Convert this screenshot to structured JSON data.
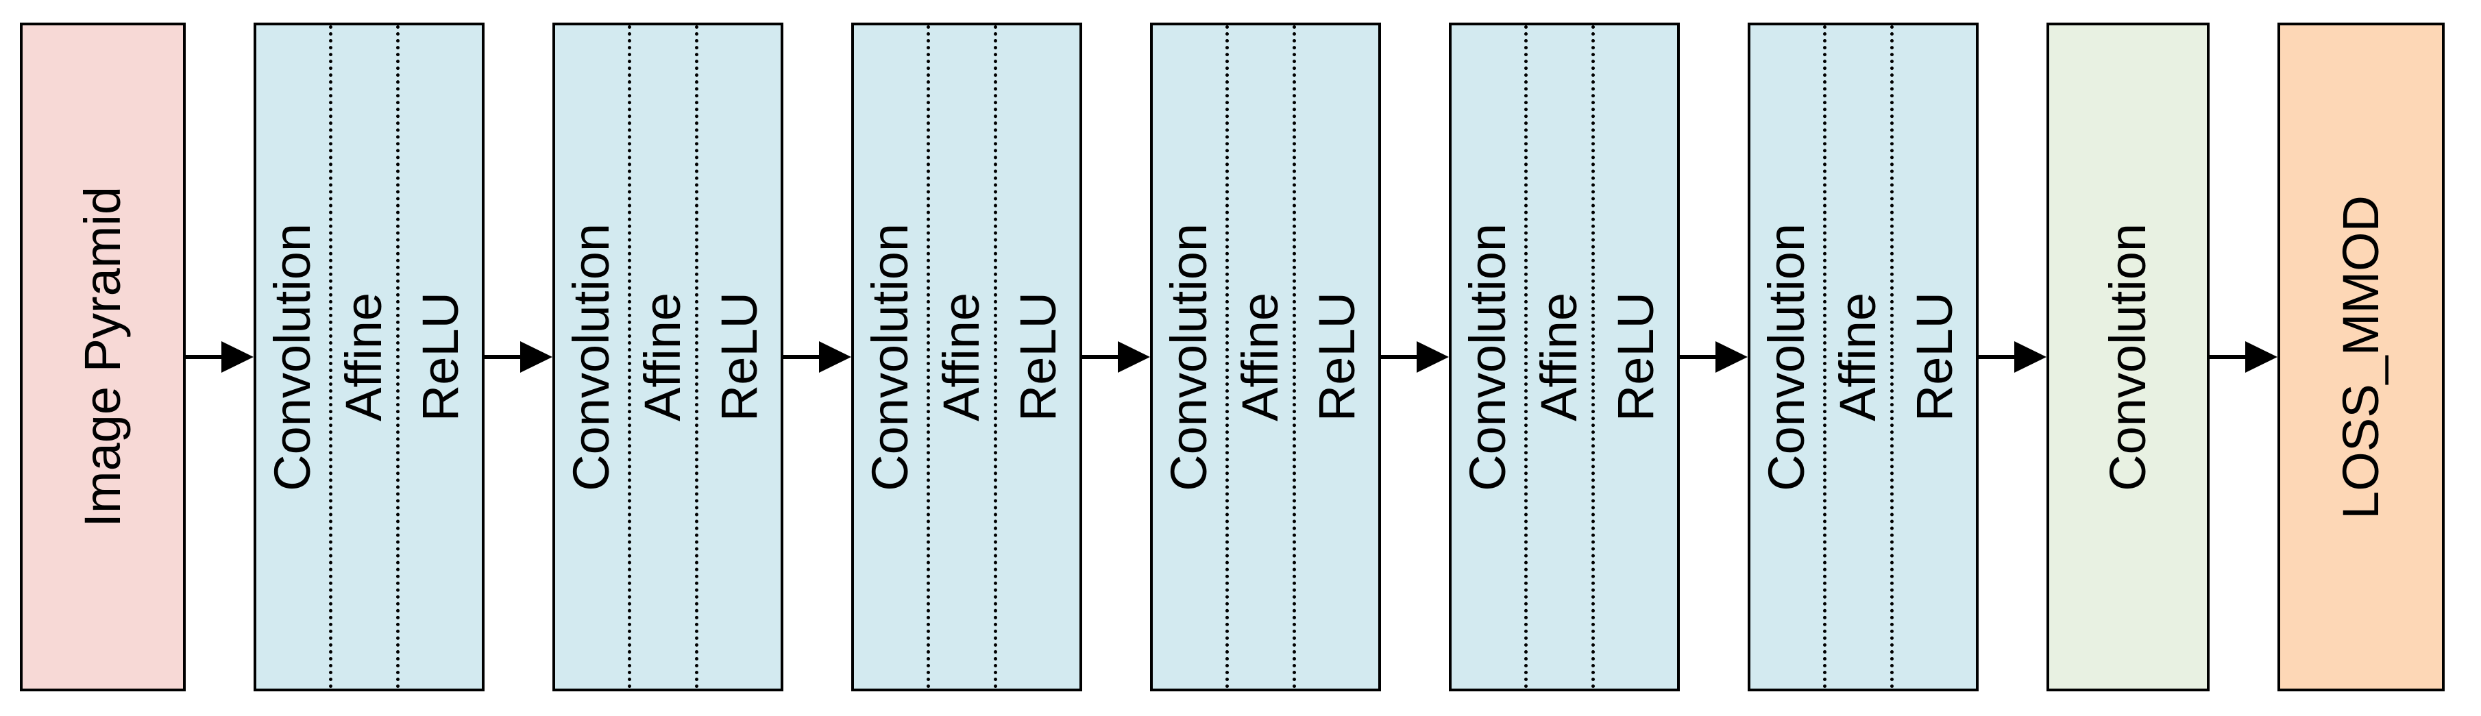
{
  "diagram": {
    "kind": "neural-network-flow",
    "direction": "left-to-right",
    "background": "#ffffff",
    "border_color": "#000000",
    "text_color": "#000000",
    "arrow_color": "#000000",
    "arrow_icon": "arrow-right-icon"
  },
  "boxes": [
    {
      "name": "image-pyramid",
      "label": "Image Pyramid",
      "fill": "#f7d9d6"
    },
    {
      "name": "conv-block-1",
      "segments": [
        "Convolution",
        "Affine",
        "ReLU"
      ],
      "fill": "#d3eaf0"
    },
    {
      "name": "conv-block-2",
      "segments": [
        "Convolution",
        "Affine",
        "ReLU"
      ],
      "fill": "#d3eaf0"
    },
    {
      "name": "conv-block-3",
      "segments": [
        "Convolution",
        "Affine",
        "ReLU"
      ],
      "fill": "#d3eaf0"
    },
    {
      "name": "conv-block-4",
      "segments": [
        "Convolution",
        "Affine",
        "ReLU"
      ],
      "fill": "#d3eaf0"
    },
    {
      "name": "conv-block-5",
      "segments": [
        "Convolution",
        "Affine",
        "ReLU"
      ],
      "fill": "#d3eaf0"
    },
    {
      "name": "conv-block-6",
      "segments": [
        "Convolution",
        "Affine",
        "ReLU"
      ],
      "fill": "#d3eaf0"
    },
    {
      "name": "final-convolution",
      "label": "Convolution",
      "fill": "#e8f1e2"
    },
    {
      "name": "loss-mmod",
      "label": "LOSS_MMOD",
      "fill": "#fdd7b6"
    }
  ]
}
